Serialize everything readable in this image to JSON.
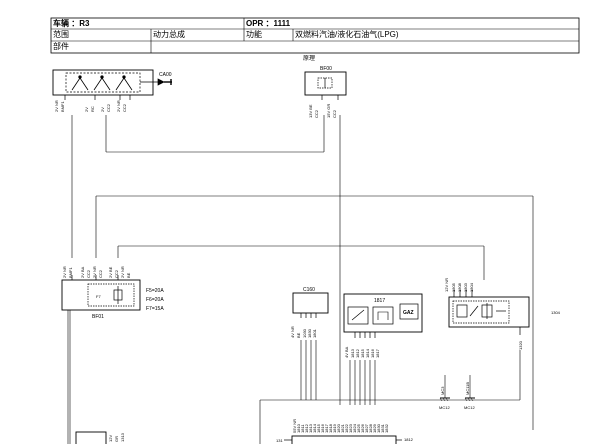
{
  "header": {
    "vehicle_label": "车辆 ：R3",
    "opr_label": "OPR ：1111",
    "range_label": "范围",
    "range_value": "动力总成",
    "function_label": "功能",
    "function_value": "双燃料汽油/液化石油气(LPG)",
    "parts_label": "部件"
  },
  "diagram": {
    "principle_label": "原理",
    "ign_switch": {
      "code": "CA00",
      "pin_labels": [
        "2V NR",
        "BMF1",
        "2V",
        "RC",
        "2V",
        "CC2",
        "2V NR",
        "CC2"
      ]
    },
    "bf00": {
      "code": "BF00",
      "pin_labels": [
        "13V BE",
        "CC2",
        "15V GR",
        "CC2"
      ]
    },
    "bf01": {
      "code": "BF01",
      "pin_labels": [
        "2V NR",
        "BMF1",
        "2V BA",
        "CC2",
        "2V NR",
        "CC2",
        "2V BE",
        "CC2",
        "2V NR",
        "BE"
      ],
      "fuse_labels": [
        "F5=20A",
        "F6=20A",
        "F7=15A"
      ],
      "inner_fuse": "F7"
    },
    "c160": {
      "code": "C160",
      "pin_labels": [
        "4V NR",
        "BE",
        "1030",
        "1830",
        "1801"
      ]
    },
    "lpg_ecu": {
      "code": "1817",
      "switch_label": "GAZ",
      "pin_labels": [
        "4V BA",
        "1813",
        "1812",
        "1815",
        "1814",
        "1816",
        "1817"
      ]
    },
    "relay_1304": {
      "code": "1304",
      "pin_labels": [
        "12V NR",
        "1805",
        "1808",
        "1803",
        "1804"
      ],
      "side_label": "1320"
    },
    "mc12_ground": {
      "labels": [
        "MC12",
        "MC12"
      ],
      "wire_labels": [
        "MC3",
        "MC11B"
      ]
    },
    "connector_1812": {
      "left_code": "131",
      "right_code": "1812",
      "pin_labels": [
        "55V NR",
        "1810",
        "1811",
        "1812",
        "1813",
        "1814",
        "1815",
        "1816",
        "1817",
        "1818",
        "1819",
        "1820",
        "1821",
        "1822",
        "1823",
        "1824",
        "1825",
        "1826",
        "1827",
        "1828",
        "1829",
        "1830",
        "1831",
        "1832"
      ]
    },
    "bottom_left": {
      "pin_labels": [
        "12V",
        "GR",
        "1313"
      ]
    }
  }
}
